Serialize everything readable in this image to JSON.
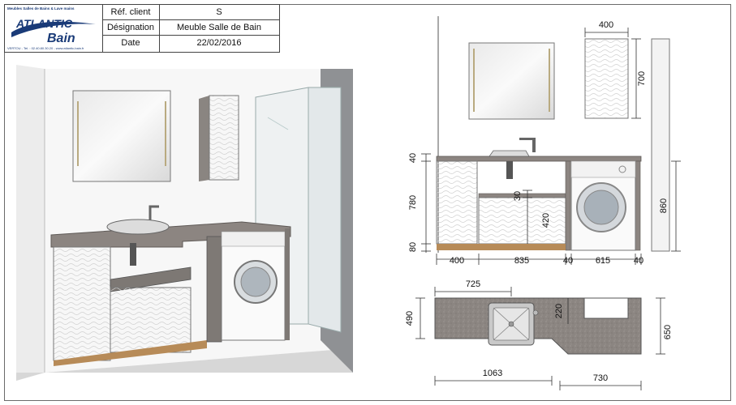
{
  "logo": {
    "brand_line1": "ATLANTIC",
    "brand_line2": "Bain",
    "tagline": "Meubles Salles de Bains & Lave mains",
    "contact": "VERTOU - Tel. : 02.40.80.30.20 - www.atlantic-bain.fr",
    "color": "#1a3b78"
  },
  "title_block": {
    "client_label": "Réf. client",
    "client_value": "S",
    "designation_label": "Désignation",
    "designation_value": "Meuble Salle de Bain",
    "date_label": "Date",
    "date_value": "22/02/2016"
  },
  "elevation": {
    "dims": {
      "cabinet_width": "400",
      "cabinet_height": "700",
      "top_thickness": "40",
      "under_height": "780",
      "plinth": "80",
      "shelf_thickness": "30",
      "shelf_height": "420",
      "column_height": "860",
      "w_left": "400",
      "w_middle": "835",
      "w_gap1": "40",
      "w_washer": "615",
      "w_gap2": "40"
    }
  },
  "plan": {
    "dims": {
      "sink_offset": "725",
      "depth_left": "490",
      "sink_to_cutout": "220",
      "depth_right": "650",
      "length_left": "1063",
      "length_right": "730"
    }
  },
  "colors": {
    "worktop": "#8a8380",
    "wood": "#b78b58",
    "line": "#555555"
  }
}
